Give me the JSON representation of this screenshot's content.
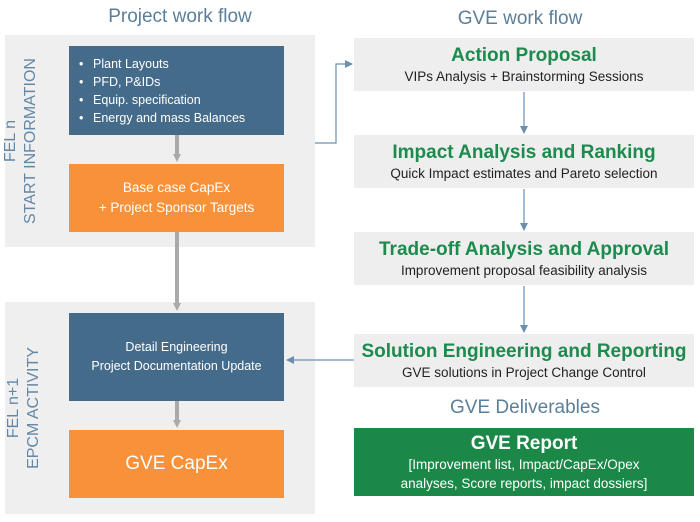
{
  "left": {
    "heading": "Project work flow",
    "panel_top": {
      "label_line1": "FEL n",
      "label_line2": "START INFORMATION",
      "bullets": [
        "Plant Layouts",
        "PFD, P&IDs",
        "Equip. specification",
        "Energy and mass Balances"
      ],
      "orange_line1": "Base case CapEx",
      "orange_line2": "+ Project Sponsor Targets"
    },
    "panel_bottom": {
      "label_line1": "FEL n+1",
      "label_line2": "EPCM ACTIVITY",
      "dark_line1": "Detail Engineering",
      "dark_line2": "Project Documentation Update",
      "orange_text": "GVE CapEx"
    }
  },
  "right": {
    "heading": "GVE work flow",
    "steps": [
      {
        "title": "Action Proposal",
        "subtitle": "VIPs Analysis + Brainstorming Sessions"
      },
      {
        "title": "Impact Analysis and Ranking",
        "subtitle": "Quick Impact estimates and Pareto selection"
      },
      {
        "title": "Trade-off Analysis and Approval",
        "subtitle": "Improvement proposal feasibility analysis"
      },
      {
        "title": "Solution Engineering and Reporting",
        "subtitle": "GVE solutions in Project Change Control"
      }
    ],
    "deliverables_heading": "GVE Deliverables",
    "report": {
      "title": "GVE Report",
      "line1": "[Improvement list, Impact/CapEx/Opex",
      "line2": "analyses, Score reports, impact dossiers]"
    }
  },
  "colors": {
    "heading_blue": "#5b7f99",
    "dark_box": "#456b8b",
    "orange_box": "#f7923a",
    "green_title": "#1d8a4e",
    "report_green": "#1c8848",
    "panel_gray": "#efefef",
    "arrow_gray": "#aaaaaa",
    "connector_blue": "#6a8fb0"
  }
}
